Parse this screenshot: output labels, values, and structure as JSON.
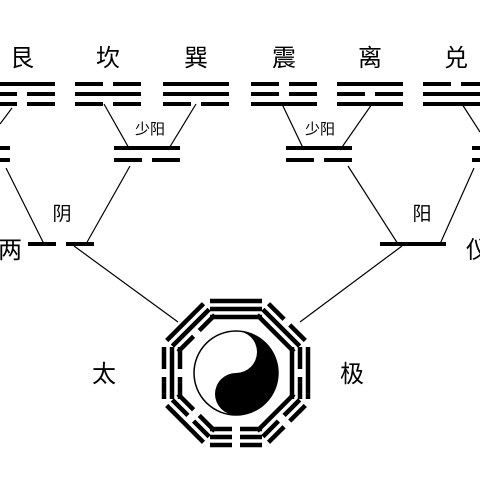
{
  "trigrams": [
    {
      "label": "艮",
      "lines": [
        1,
        0,
        0
      ]
    },
    {
      "label": "坎",
      "lines": [
        0,
        1,
        0
      ]
    },
    {
      "label": "巽",
      "lines": [
        1,
        1,
        0
      ]
    },
    {
      "label": "震",
      "lines": [
        0,
        0,
        1
      ]
    },
    {
      "label": "离",
      "lines": [
        1,
        0,
        1
      ]
    },
    {
      "label": "兑",
      "lines": [
        0,
        1,
        1
      ]
    }
  ],
  "four_images": {
    "shao_yang_left": "少阳",
    "shao_yang_right": "少阳"
  },
  "two_modes": {
    "yin": "阴",
    "yang": "阳",
    "yi_left_partial": "两",
    "yi_right_partial": "仪"
  },
  "taiji": {
    "tai": "太",
    "ji": "极"
  },
  "colors": {
    "ink": "#000000",
    "paper": "#ffffff"
  }
}
